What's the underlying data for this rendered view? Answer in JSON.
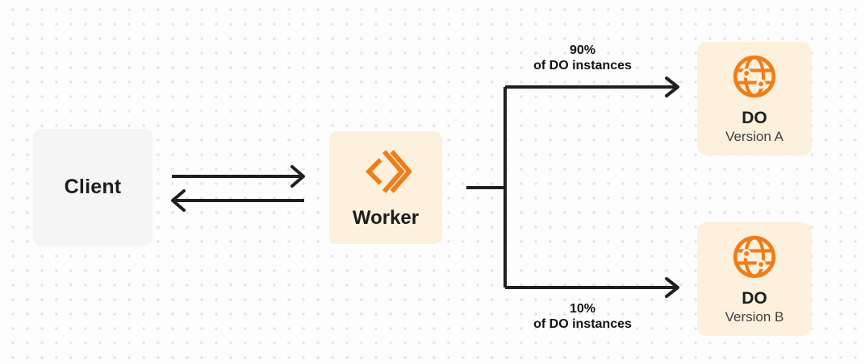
{
  "diagram": {
    "nodes": {
      "client": {
        "label": "Client"
      },
      "worker": {
        "label": "Worker",
        "icon": "cloudflare-workers-icon"
      },
      "do_version_a": {
        "title": "DO",
        "subtitle": "Version A",
        "icon": "globe-icon"
      },
      "do_version_b": {
        "title": "DO",
        "subtitle": "Version B",
        "icon": "globe-icon"
      }
    },
    "edges": {
      "client_worker": {
        "type": "bidirectional-arrows"
      },
      "worker_split": {
        "type": "tee-branch"
      },
      "split_top": {
        "percent": "90%",
        "caption": "of DO instances",
        "target": "do_version_a"
      },
      "split_bottom": {
        "percent": "10%",
        "caption": "of DO instances",
        "target": "do_version_b"
      }
    },
    "colors": {
      "accent_orange": "#ef7d1a",
      "node_cream": "#fdf0dc",
      "node_gray": "#f5f5f6",
      "line_dark": "#1f1f1f",
      "dot_grid": "#e4e4e6",
      "background": "#fdfdfd",
      "subtitle_text": "#3f3f41"
    }
  }
}
